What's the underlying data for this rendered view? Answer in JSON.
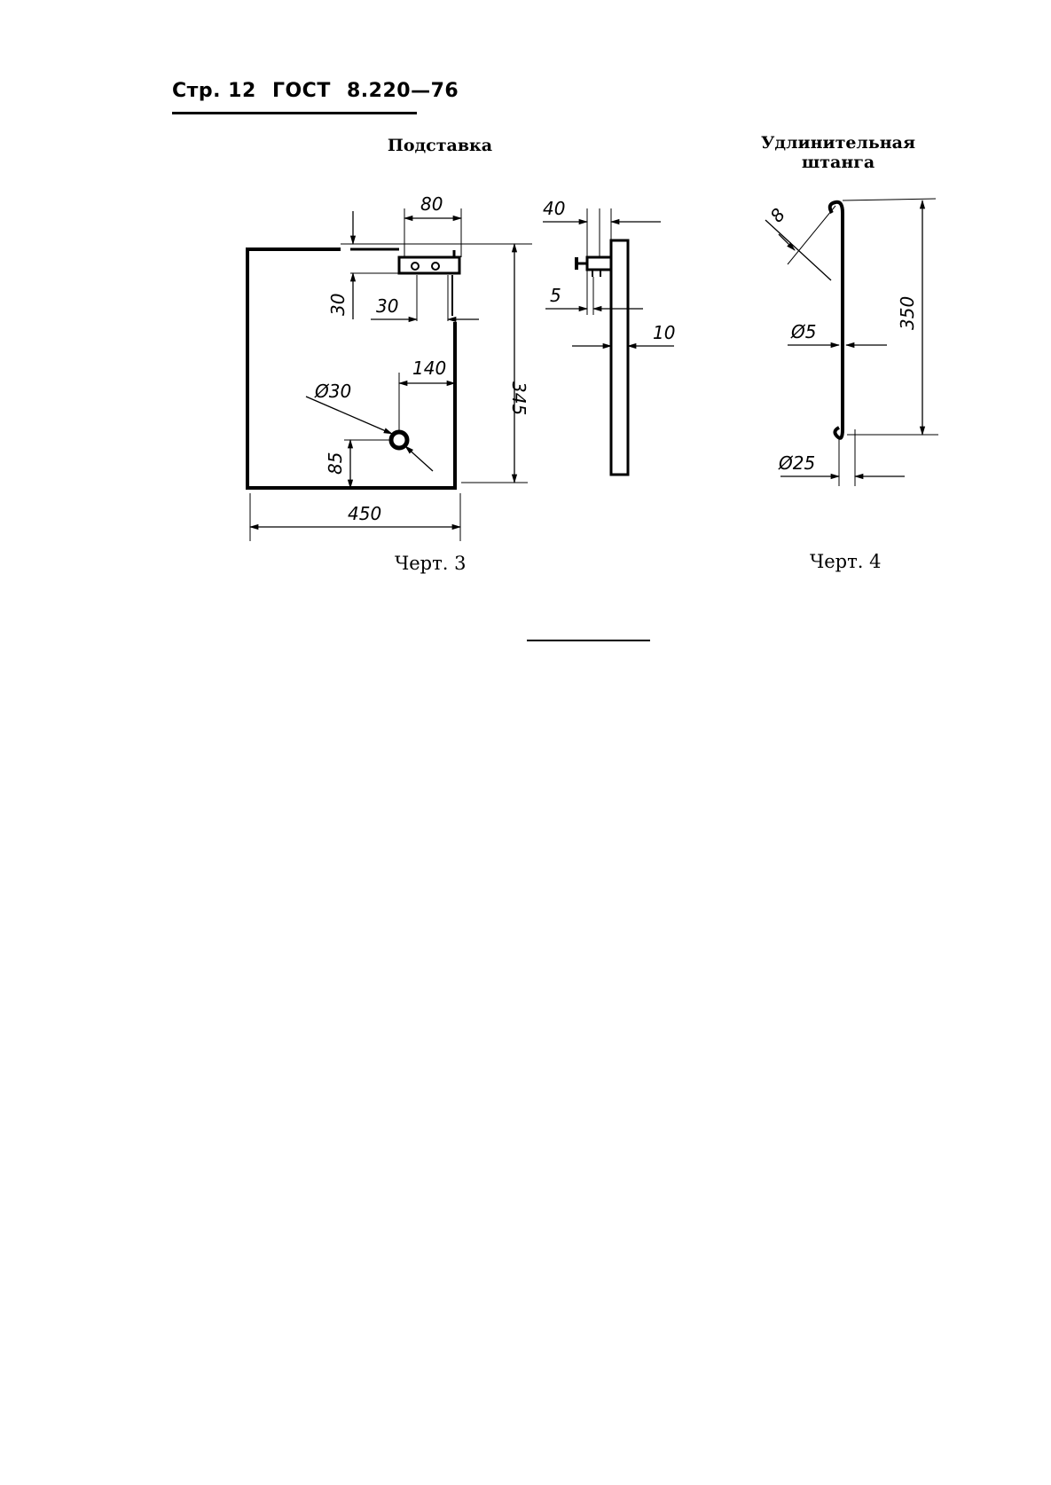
{
  "header": {
    "page_label": "Стр. 12",
    "standard": "ГОСТ",
    "number": "8.220—76"
  },
  "figure3": {
    "title": "Подставка",
    "caption": "Черт. 3",
    "dims": {
      "top_width": "80",
      "top_offset": "30",
      "bracket_gap": "30",
      "hole_offset_x": "140",
      "hole_diameter": "Ø30",
      "hole_height": "85",
      "height": "345",
      "width": "450",
      "side_depth": "40",
      "side_gap": "5",
      "side_thickness": "10"
    }
  },
  "figure4": {
    "title_line1": "Удлинительная",
    "title_line2": "штанга",
    "caption": "Черт. 4",
    "dims": {
      "hook": "8",
      "rod_diameter": "Ø5",
      "length": "350",
      "foot_diameter": "Ø25"
    }
  }
}
